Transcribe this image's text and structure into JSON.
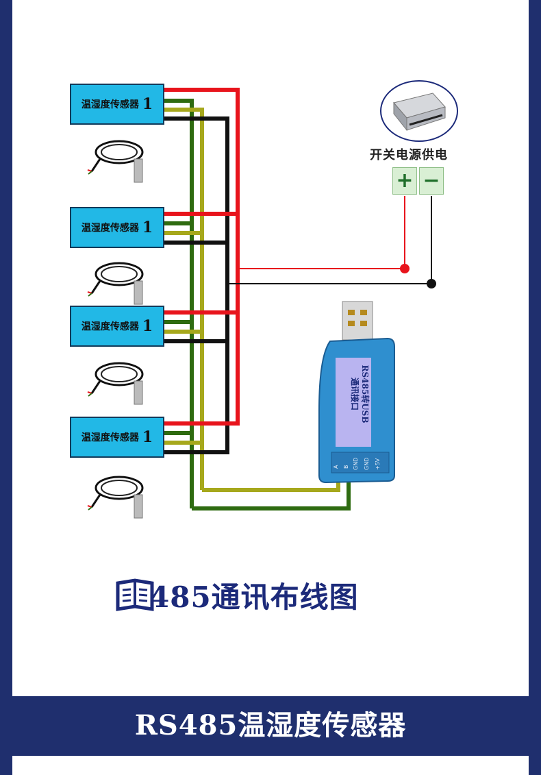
{
  "sensors": [
    {
      "label": "温湿度传感器",
      "num": "1"
    },
    {
      "label": "温湿度传感器",
      "num": "1"
    },
    {
      "label": "温湿度传感器",
      "num": "1"
    },
    {
      "label": "温湿度传感器",
      "num": "1"
    }
  ],
  "power_supply": {
    "label": "开关电源供电",
    "plus": "+",
    "minus": "−"
  },
  "usb_adapter": {
    "label_line1": "RS485转USB",
    "label_line2": "通讯接口",
    "pins": [
      "A",
      "B",
      "GND",
      "GND",
      "+5V"
    ]
  },
  "title": "485通讯布线图",
  "footer_title": "RS485温湿度传感器",
  "colors": {
    "red": "#e8141c",
    "black": "#111111",
    "green": "#2e6b10",
    "yellow": "#a6a81c",
    "accent": "#1c2a7a",
    "sensor": "#22b8e6"
  }
}
